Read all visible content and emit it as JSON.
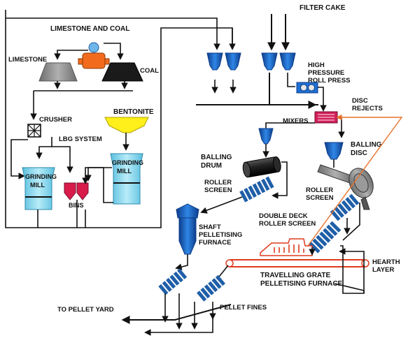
{
  "labels": {
    "filter_cake": "FILTER CAKE",
    "limestone_and_coal": "LIMESTONE AND COAL",
    "limestone": "LIMESTONE",
    "coal": "COAL",
    "crusher": "CRUSHER",
    "bentonite": "BENTONITE",
    "lbg_system": "LBG SYSTEM",
    "grinding_mill_left_1": "GRINDING",
    "grinding_mill_left_2": "MILL",
    "grinding_mill_right_1": "GRINDING",
    "grinding_mill_right_2": "MILL",
    "bins": "BINS",
    "high_pressure_roll_press_1": "HIGH",
    "high_pressure_roll_press_2": "PRESSURE",
    "high_pressure_roll_press_3": "ROLL PRESS",
    "disc_rejects_1": "DISC",
    "disc_rejects_2": "REJECTS",
    "mixers": "MIXERS",
    "balling_disc_1": "BALLING",
    "balling_disc_2": "DISC",
    "balling_drum_1": "BALLING",
    "balling_drum_2": "DRUM",
    "roller_screen_left_1": "ROLLER",
    "roller_screen_left_2": "SCREEN",
    "roller_screen_right_1": "ROLLER",
    "roller_screen_right_2": "SCREEN",
    "shaft_furnace_1": "SHAFT",
    "shaft_furnace_2": "PELLETISING",
    "shaft_furnace_3": "FURNACE",
    "double_deck_1": "DOUBLE DECK",
    "double_deck_2": "ROLLER SCREEN",
    "hearth_layer_1": "HEARTH",
    "hearth_layer_2": "LAYER",
    "travelling_grate_1": "TRAVELLING GRATE",
    "travelling_grate_2": "PELLETISING FURNACE",
    "to_pellet_yard": "TO PELLET YARD",
    "pellet_fines": "PELLET FINES"
  },
  "colors": {
    "hopper_blue": "#1f6fd1",
    "hopper_dark": "#0d3d8a",
    "limestone_gray": "#8c8c8c",
    "coal_black": "#1a1a1a",
    "crusher_orange": "#f26b1d",
    "bentonite_yellow": "#ffef1a",
    "mill_cyan": "#7fd3ec",
    "bins_crimson": "#d81b4a",
    "mixer_magenta": "#d0205a",
    "furnace_red": "#e03a1e",
    "orange_line": "#e8702a",
    "screen_blue": "#1f5fa8"
  }
}
